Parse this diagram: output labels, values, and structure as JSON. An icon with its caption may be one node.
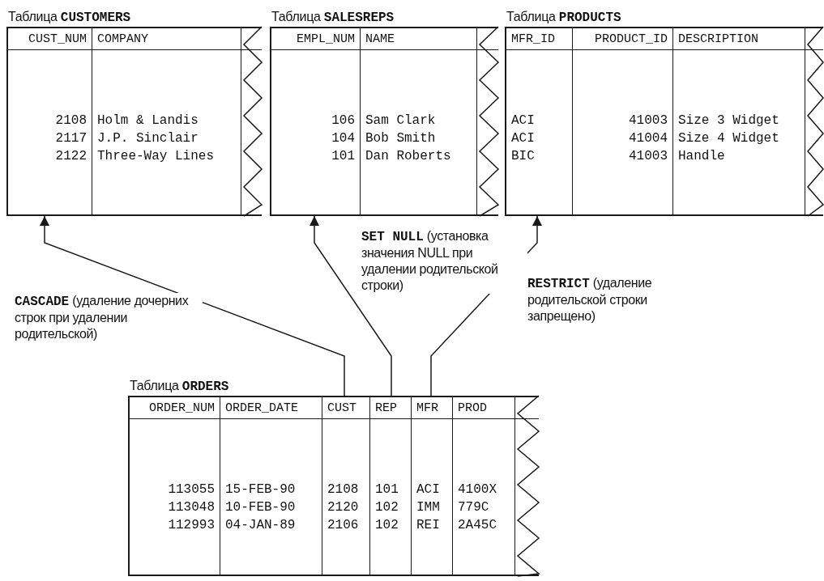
{
  "diagram": {
    "nodes": [
      {
        "text": [
          "Таблица **CUSTOMERS**",
          "CUST_NUM",
          "COMPANY",
          "2108",
          "Holm & Landis",
          "2117",
          "J.P. Sinclair",
          "2122",
          "Three-Way Lines"
        ]
      },
      {
        "text": [
          "Таблица **SALESREPS**",
          "EMPL_NUM",
          "NAME",
          "106",
          "Sam Clark",
          "104",
          "Bob Smith",
          "101",
          "Dan Roberts"
        ]
      },
      {
        "text": [
          "Таблица **PRODUCTS**",
          "MFR_ID",
          "PRODUCT_ID",
          "DESCRIPTION",
          "ACI",
          "41003",
          "Size 3 Widget",
          "ACI",
          "41004",
          "Size 4 Widget",
          "BIC",
          "41003",
          "Handle"
        ]
      },
      {
        "text": [
          "Таблица **ORDERS**",
          "ORDER_NUM",
          "ORDER_DATE",
          "CUST",
          "REP",
          "MFR",
          "PROD",
          "113055",
          "15-FEB-90",
          "2108",
          "101",
          "ACI",
          "4100X",
          "113048",
          "10-FEB-90",
          "2120",
          "102",
          "IMM",
          "779C",
          "112993",
          "04-JAN-89",
          "2106",
          "102",
          "REI",
          "2A45C"
        ]
      }
    ],
    "edges": [
      {
        "from": 3,
        "to": 0,
        "arrow": "to",
        "label": "**CASCADE** (удаление дочерних строк при удалении родительской)"
      },
      {
        "from": 3,
        "to": 1,
        "arrow": "to",
        "label": "**SET NULL** (установка значения NULL при удалении родительской строки)"
      },
      {
        "from": 3,
        "to": 2,
        "arrow": "to",
        "label": "**RESTRICT** (удаление родительской строки запрещено)"
      }
    ]
  }
}
